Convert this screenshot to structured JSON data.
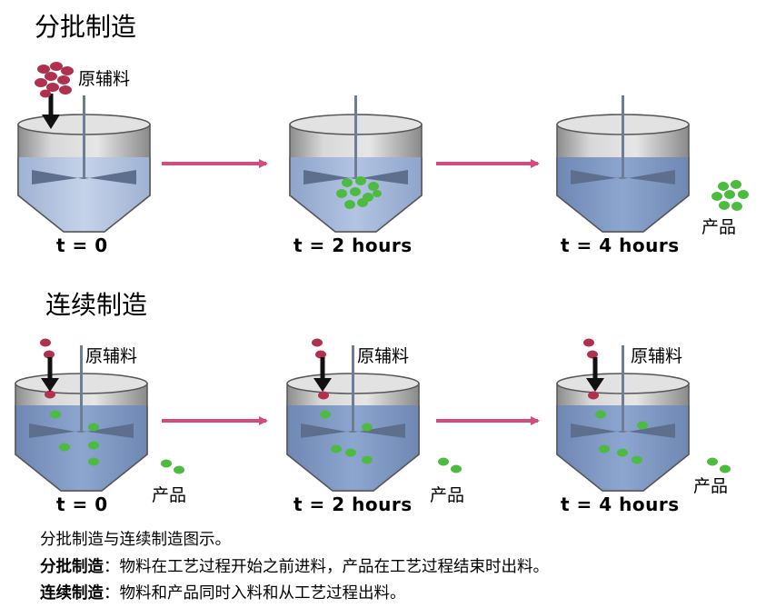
{
  "batch": {
    "title": "分批制造",
    "raw_label": "原辅料",
    "product_label": "产品",
    "times": [
      "t = 0",
      "t = 2 hours",
      "t = 4 hours"
    ]
  },
  "continuous": {
    "title": "连续制造",
    "raw_labels": [
      "原辅料",
      "原辅料",
      "原辅料"
    ],
    "product_labels": [
      "产品",
      "产品",
      "产品"
    ],
    "times": [
      "t = 0",
      "t = 2 hours",
      "t = 4 hours"
    ]
  },
  "caption": {
    "line1": "分批制造与连续制造图示。",
    "batch_term": "分批制造",
    "batch_desc": "：物料在工艺过程开始之前进料，产品在工艺过程结束时出料。",
    "cont_term": "连续制造",
    "cont_desc": "：物料和产品同时入料和从工艺过程出料。"
  },
  "colors": {
    "raw_material": "#b0314e",
    "product": "#4cbb3f",
    "arrow": "#d44b7e",
    "liquid_light": "#b9c8e2",
    "liquid_dark": "#7f9bc5",
    "tank_gray": "#cfcfcf"
  }
}
